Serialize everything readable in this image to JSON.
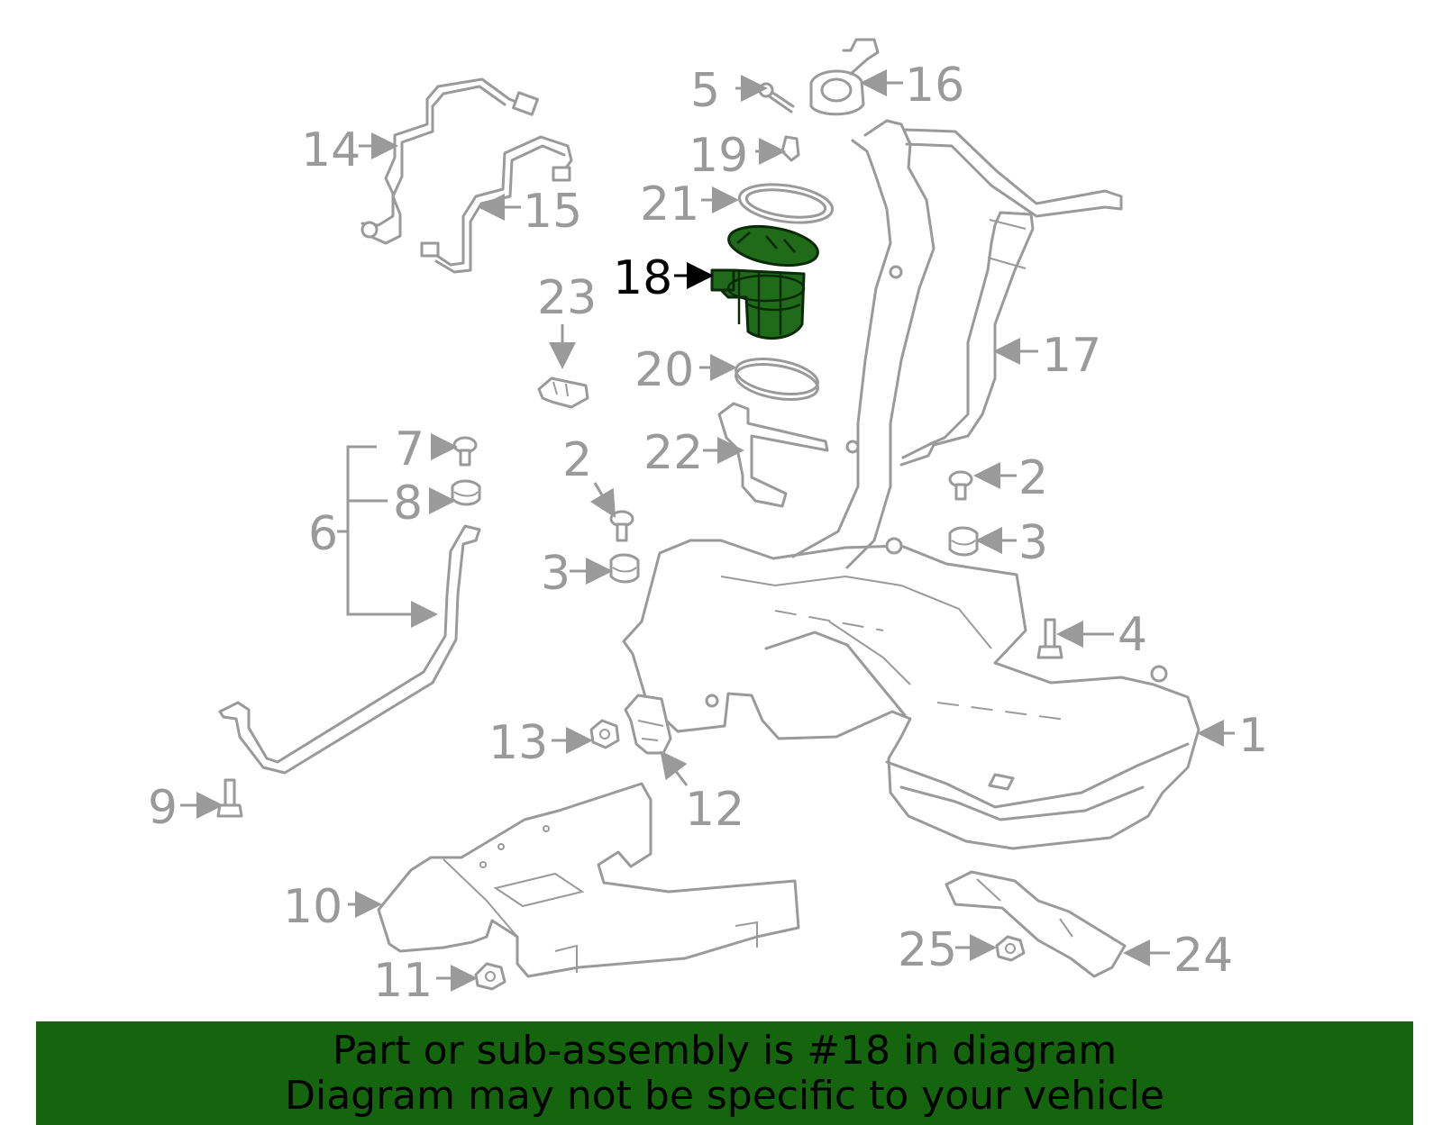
{
  "diagram": {
    "callouts": [
      "1",
      "2",
      "2",
      "3",
      "3",
      "4",
      "5",
      "6",
      "7",
      "8",
      "9",
      "10",
      "11",
      "12",
      "13",
      "14",
      "15",
      "16",
      "17",
      "18",
      "19",
      "20",
      "21",
      "22",
      "23",
      "24",
      "25"
    ],
    "highlighted_part": "18",
    "highlight_color": "#1f6b1a"
  },
  "banner": {
    "line1": "Part or sub-assembly is #18 in diagram",
    "line2": "Diagram may not be specific to your vehicle",
    "background": "#15650f"
  }
}
